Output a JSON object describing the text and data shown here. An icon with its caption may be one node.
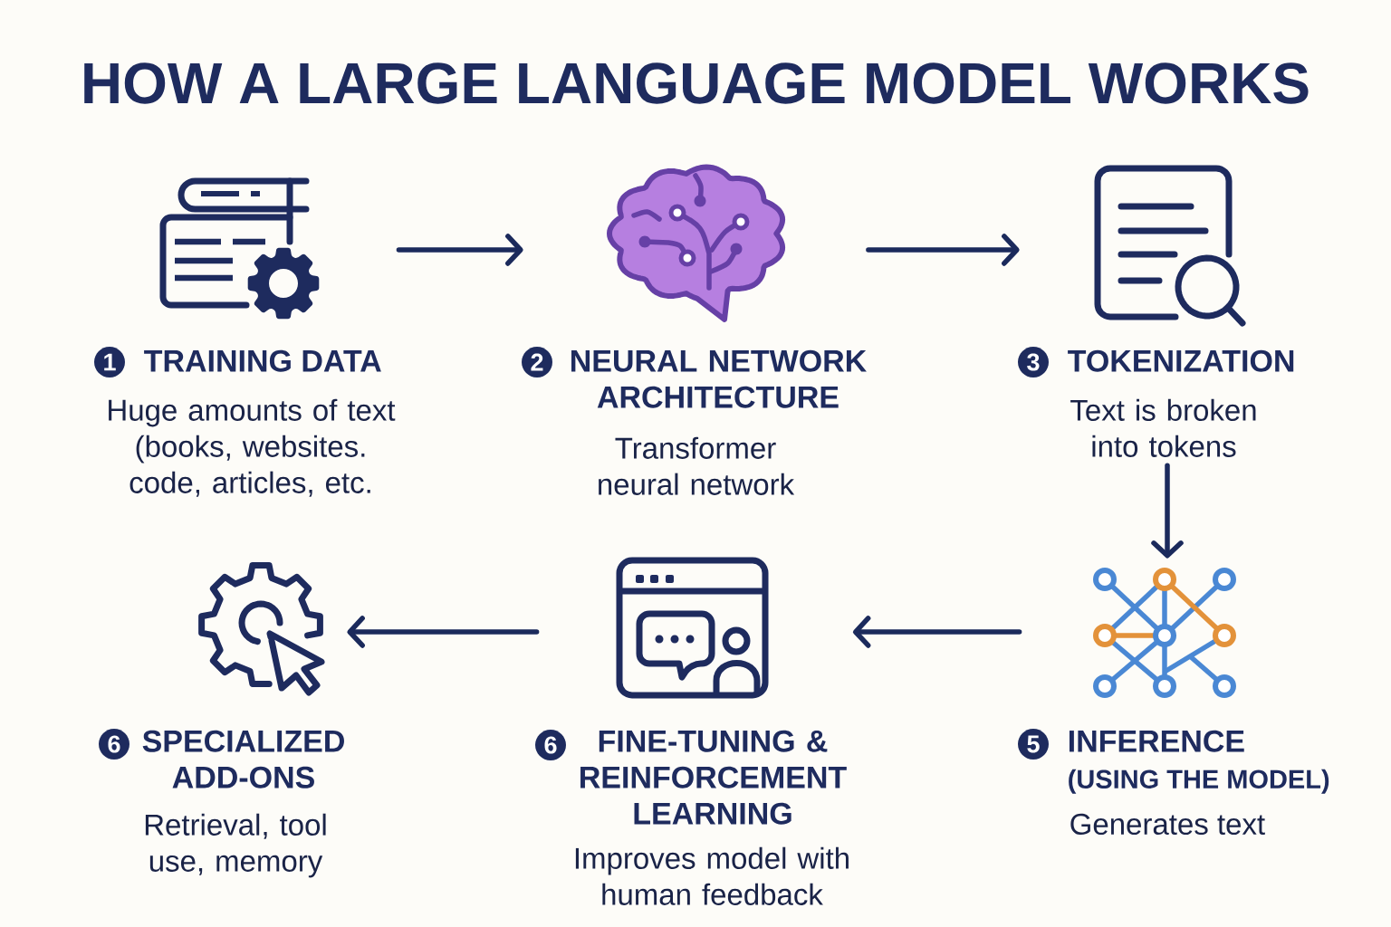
{
  "diagram": {
    "title": "HOW A LARGE LANGUAGE MODEL WORKS",
    "nodes": [
      {
        "text": [
          "1",
          "TRAINING DATA",
          "Huge amounts of text (books, websites. code, articles, etc."
        ]
      },
      {
        "text": [
          "2",
          "NEURAL NETWORK ARCHITECTURE",
          "Transformer neural network"
        ]
      },
      {
        "text": [
          "3",
          "TOKENIZATION",
          "Text is broken into tokens"
        ]
      },
      {
        "text": [
          "6",
          "SPECIALIZED ADD-ONS",
          "Retrieval, tool use, memory"
        ]
      },
      {
        "text": [
          "6",
          "FINE-TUNING & REINFORCEMENT LEARNING",
          "Improves model with human feedback"
        ]
      },
      {
        "text": [
          "5",
          "INFERENCE",
          "(USING THE MODEL)",
          "Generates text"
        ]
      }
    ],
    "edges": [
      {
        "from": 0,
        "to": 1,
        "arrow": "to"
      },
      {
        "from": 1,
        "to": 2,
        "arrow": "to"
      },
      {
        "from": 2,
        "to": 5,
        "arrow": "to"
      },
      {
        "from": 5,
        "to": 4,
        "arrow": "to"
      },
      {
        "from": 4,
        "to": 3,
        "arrow": "to"
      }
    ]
  }
}
